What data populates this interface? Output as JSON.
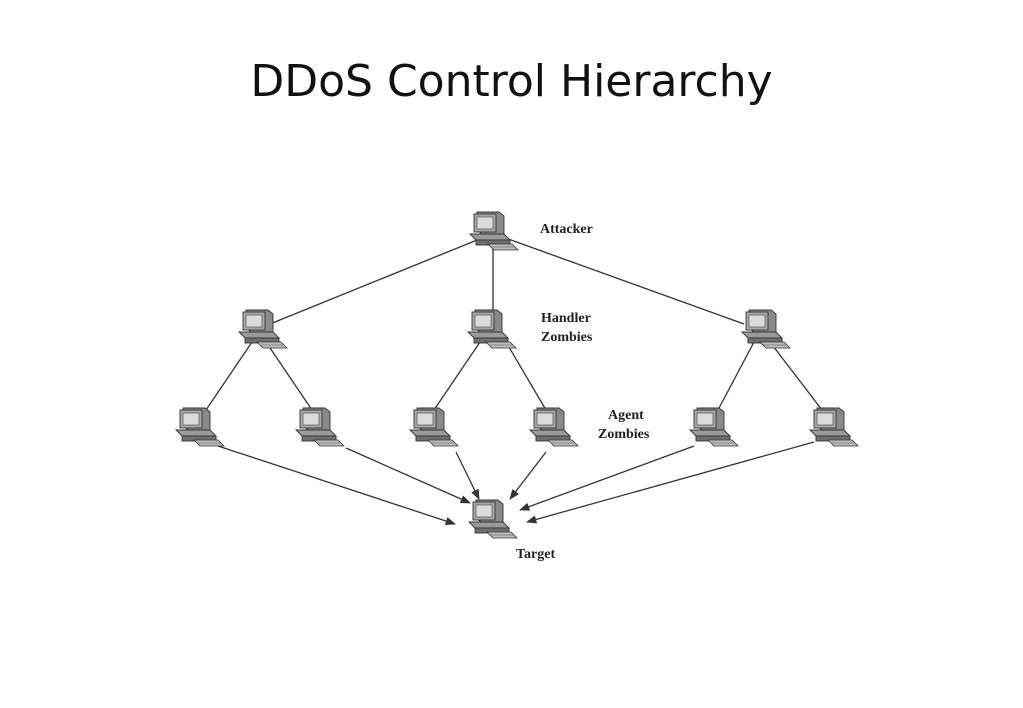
{
  "title": "DDoS Control Hierarchy",
  "diagram": {
    "labels": {
      "attacker": "Attacker",
      "handler_line1": "Handler",
      "handler_line2": "Zombies",
      "agent_line1": "Agent",
      "agent_line2": "Zombies",
      "target": "Target"
    },
    "nodes": [
      {
        "id": "attacker",
        "role": "attacker",
        "icon": "computer-icon"
      },
      {
        "id": "handler-1",
        "role": "handler",
        "icon": "computer-icon"
      },
      {
        "id": "handler-2",
        "role": "handler",
        "icon": "computer-icon"
      },
      {
        "id": "handler-3",
        "role": "handler",
        "icon": "computer-icon"
      },
      {
        "id": "agent-1",
        "role": "agent",
        "icon": "computer-icon"
      },
      {
        "id": "agent-2",
        "role": "agent",
        "icon": "computer-icon"
      },
      {
        "id": "agent-3",
        "role": "agent",
        "icon": "computer-icon"
      },
      {
        "id": "agent-4",
        "role": "agent",
        "icon": "computer-icon"
      },
      {
        "id": "agent-5",
        "role": "agent",
        "icon": "computer-icon"
      },
      {
        "id": "agent-6",
        "role": "agent",
        "icon": "computer-icon"
      },
      {
        "id": "target",
        "role": "target",
        "icon": "computer-icon"
      }
    ],
    "links": [
      {
        "from": "attacker",
        "to": "handler-1",
        "kind": "line"
      },
      {
        "from": "attacker",
        "to": "handler-2",
        "kind": "line"
      },
      {
        "from": "attacker",
        "to": "handler-3",
        "kind": "line"
      },
      {
        "from": "handler-1",
        "to": "agent-1",
        "kind": "line"
      },
      {
        "from": "handler-1",
        "to": "agent-2",
        "kind": "line"
      },
      {
        "from": "handler-2",
        "to": "agent-3",
        "kind": "line"
      },
      {
        "from": "handler-2",
        "to": "agent-4",
        "kind": "line"
      },
      {
        "from": "handler-3",
        "to": "agent-5",
        "kind": "line"
      },
      {
        "from": "handler-3",
        "to": "agent-6",
        "kind": "line"
      },
      {
        "from": "agent-1",
        "to": "target",
        "kind": "arrow"
      },
      {
        "from": "agent-2",
        "to": "target",
        "kind": "arrow"
      },
      {
        "from": "agent-3",
        "to": "target",
        "kind": "arrow"
      },
      {
        "from": "agent-4",
        "to": "target",
        "kind": "arrow"
      },
      {
        "from": "agent-5",
        "to": "target",
        "kind": "arrow"
      },
      {
        "from": "agent-6",
        "to": "target",
        "kind": "arrow"
      }
    ]
  }
}
